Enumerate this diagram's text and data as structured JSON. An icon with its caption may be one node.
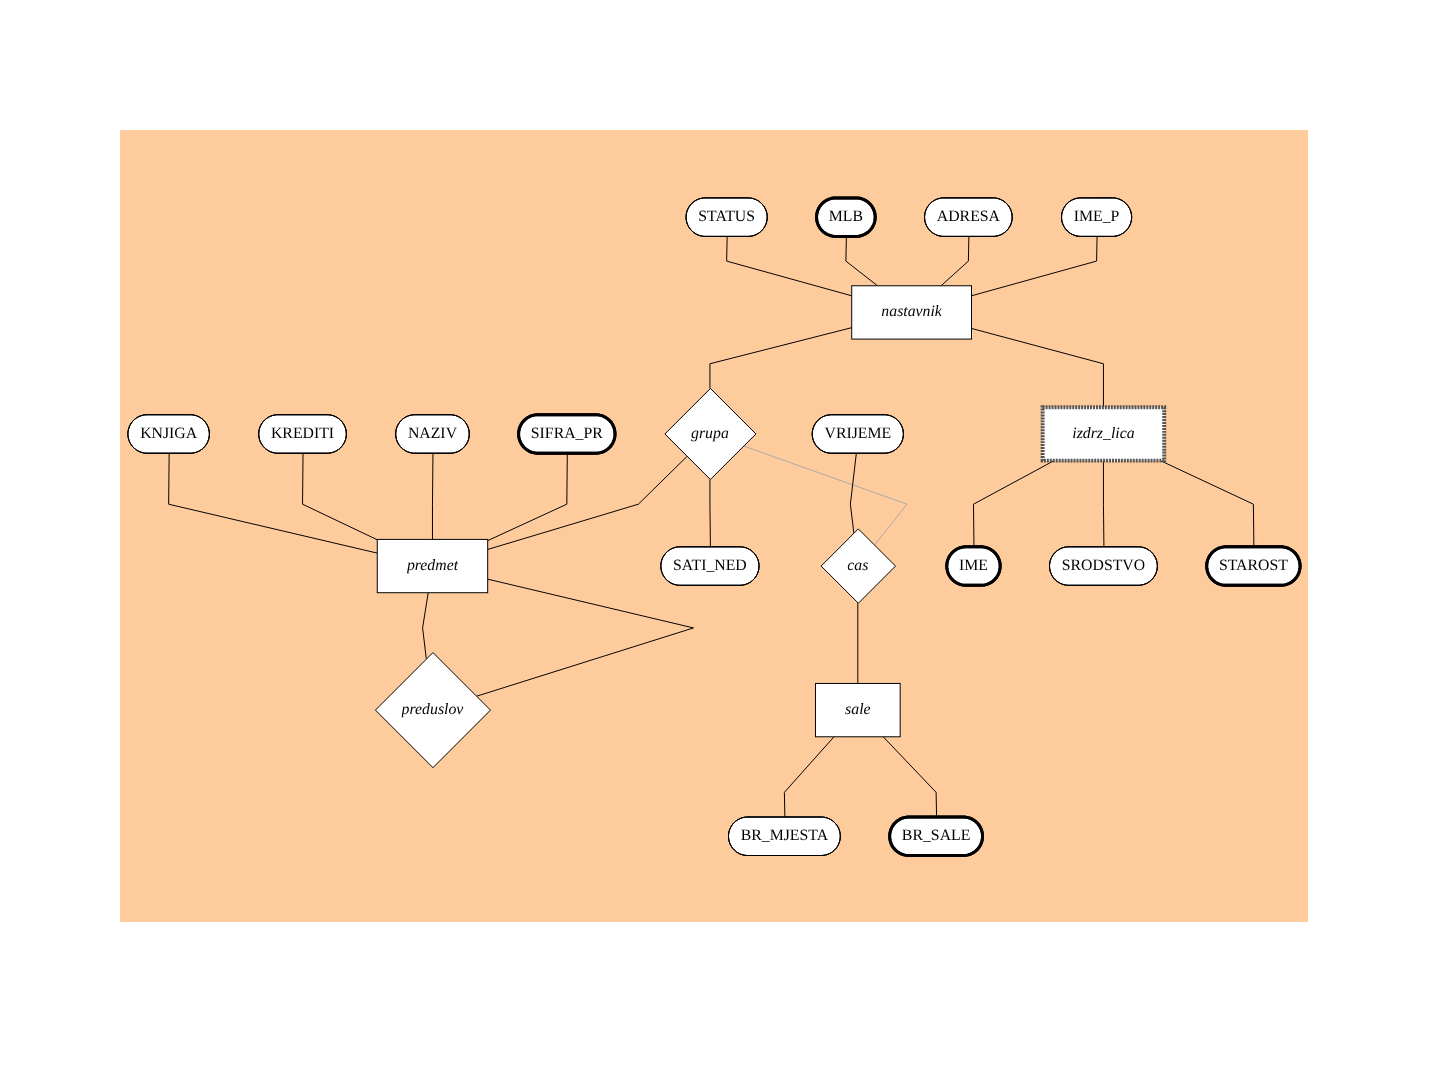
{
  "diagram": {
    "nodes": [
      {
        "text": [
          "IME_P"
        ]
      },
      {
        "text": [
          "ADRESA"
        ]
      },
      {
        "text": [
          "SIFRA_PR"
        ]
      },
      {
        "text": [
          "NAZIV"
        ]
      },
      {
        "text": [
          "MLB"
        ]
      },
      {
        "text": [
          "KREDITI"
        ]
      },
      {
        "text": [
          "nastavnik"
        ]
      },
      {
        "text": [
          "grupa"
        ]
      },
      {
        "text": [
          "predmet"
        ]
      },
      {
        "text": [
          "STATUS"
        ]
      },
      {
        "text": [
          "KNJIGA"
        ]
      },
      {
        "text": [
          "SATI_NED"
        ]
      },
      {
        "text": [
          "VRIJEME"
        ]
      },
      {
        "text": [
          "cas"
        ]
      },
      {
        "text": [
          "preduslov"
        ]
      },
      {
        "text": [
          "izdrz_lica"
        ]
      },
      {
        "text": [
          "sale"
        ]
      },
      {
        "text": [
          "IME"
        ]
      },
      {
        "text": [
          "SRODSTVO"
        ]
      },
      {
        "text": [
          "STAROST"
        ]
      },
      {
        "text": [
          "BR_MJESTA"
        ]
      },
      {
        "text": [
          "BR_SALE"
        ]
      }
    ],
    "edges": [
      {
        "from": 0,
        "to": 6,
        "arrow": "none"
      },
      {
        "from": 1,
        "to": 6,
        "arrow": "none"
      },
      {
        "from": 4,
        "to": 6,
        "arrow": "none"
      },
      {
        "from": 9,
        "to": 6,
        "arrow": "none"
      },
      {
        "from": 6,
        "to": 7,
        "arrow": "none"
      },
      {
        "from": 7,
        "to": 8,
        "arrow": "none"
      },
      {
        "from": 7,
        "to": 11,
        "arrow": "none"
      },
      {
        "from": 2,
        "to": 8,
        "arrow": "none"
      },
      {
        "from": 3,
        "to": 8,
        "arrow": "none"
      },
      {
        "from": 5,
        "to": 8,
        "arrow": "none"
      },
      {
        "from": 10,
        "to": 8,
        "arrow": "none"
      },
      {
        "from": 8,
        "to": 14,
        "arrow": "none"
      },
      {
        "from": 8,
        "to": 14,
        "arrow": "none"
      },
      {
        "from": 7,
        "to": 13,
        "arrow": "none",
        "color": "#aaaaaa"
      },
      {
        "from": 12,
        "to": 13,
        "arrow": "none"
      },
      {
        "from": 13,
        "to": 16,
        "arrow": "none"
      },
      {
        "from": 6,
        "to": 15,
        "arrow": "none"
      },
      {
        "from": 15,
        "to": 17,
        "arrow": "none"
      },
      {
        "from": 15,
        "to": 18,
        "arrow": "none"
      },
      {
        "from": 15,
        "to": 19,
        "arrow": "none"
      },
      {
        "from": 16,
        "to": 20,
        "arrow": "none"
      },
      {
        "from": 16,
        "to": 21,
        "arrow": "none"
      }
    ]
  }
}
